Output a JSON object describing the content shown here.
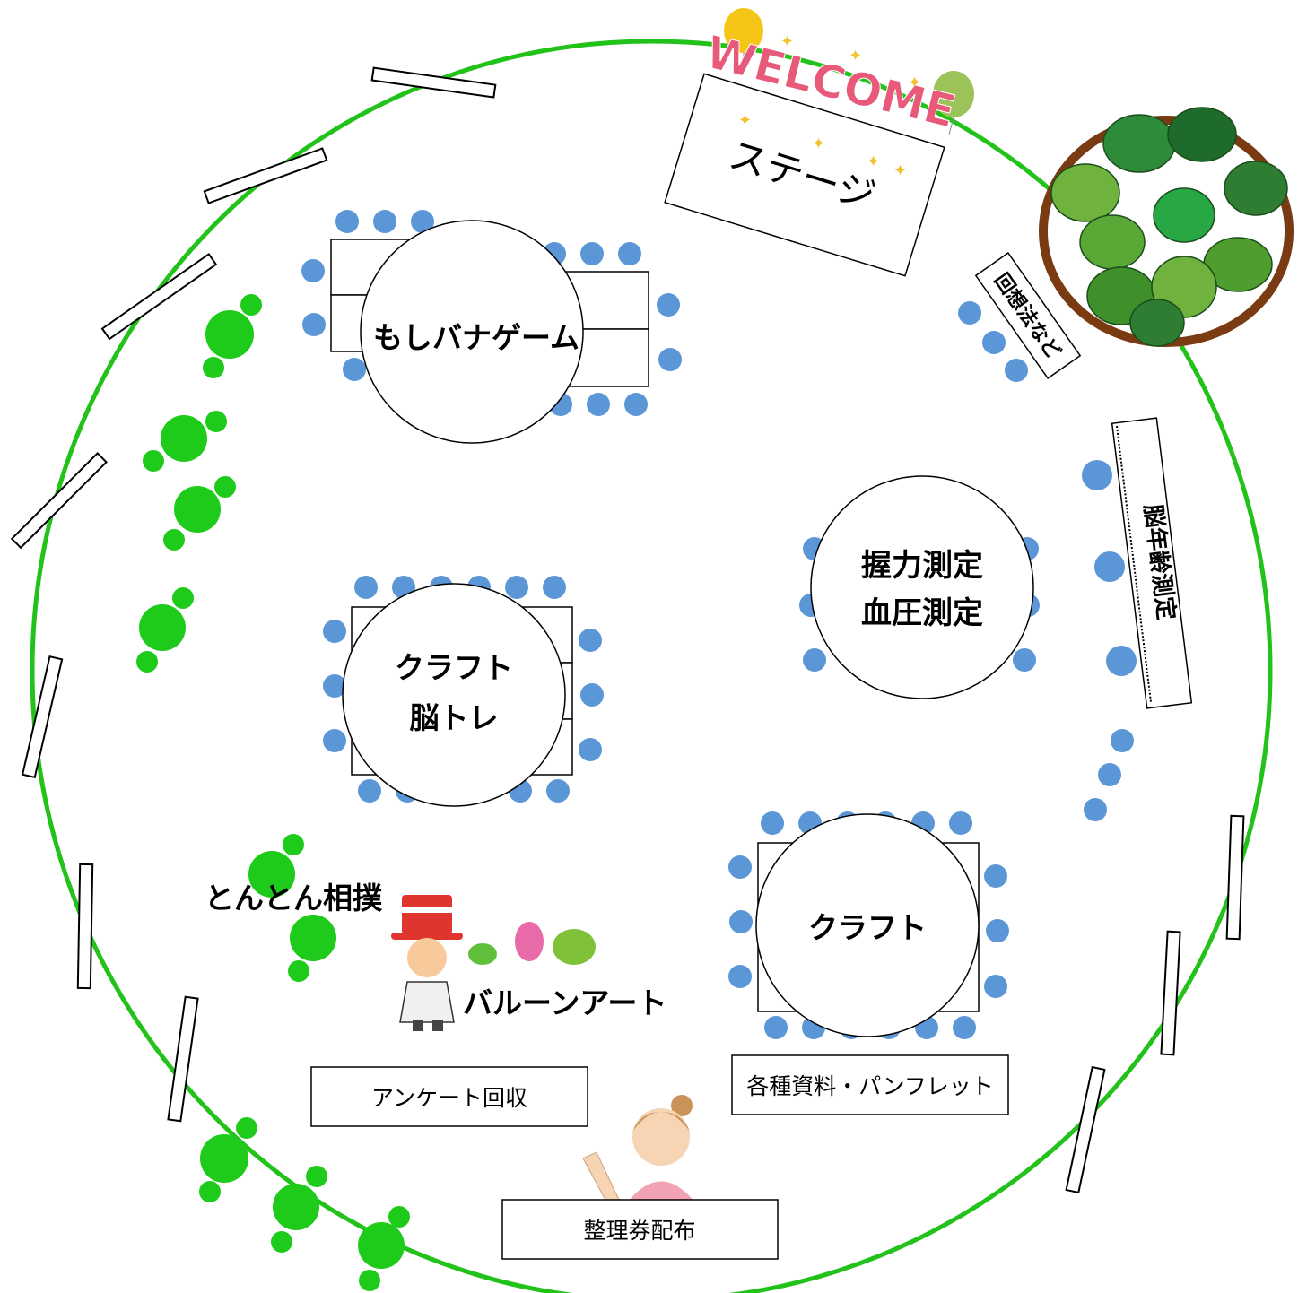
{
  "welcome_sign": "WELCOME",
  "areas": {
    "stage": "ステージ",
    "kaisou": "回想法など",
    "moshibana": "もしバナゲーム",
    "nou_nenrei": "脳年齢測定",
    "akuryoku_line1": "握力測定",
    "akuryoku_line2": "血圧測定",
    "craft_brain_line1": "クラフト",
    "craft_brain_line2": "脳トレ",
    "craft": "クラフト",
    "tonton": "とんとん相撲",
    "balloon": "バルーンアート",
    "survey": "アンケート回収",
    "materials": "各種資料・パンフレット",
    "ticket": "整理券配布"
  },
  "colors": {
    "boundary": "#22c21a",
    "chair": "#5b97d6",
    "tree": "#1ecb1a",
    "planter": "#7a3a12",
    "leaf": "#2f7d32"
  }
}
